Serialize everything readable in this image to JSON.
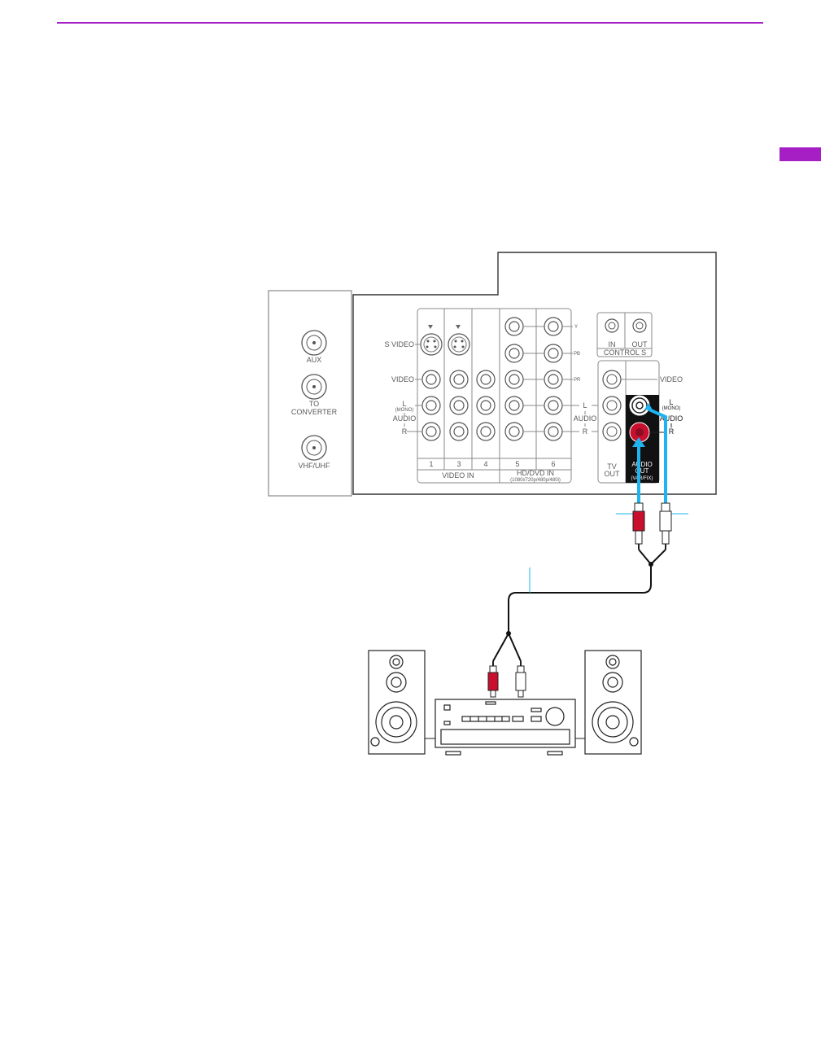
{
  "colors": {
    "accent": "#a51fc4",
    "cable_blue": "#1fb4ef",
    "plug_red": "#c8102e",
    "panel_line": "#8a8a8a"
  },
  "side_panel": {
    "aux": "AUX",
    "to_line1": "TO",
    "to_line2": "CONVERTER",
    "vhf_uhf": "VHF/UHF"
  },
  "main_panel": {
    "s_video": "S VIDEO",
    "video": "VIDEO",
    "audio_l": "L",
    "mono": "(MONO)",
    "audio": "AUDIO",
    "audio_r": "R",
    "inputs": [
      "1",
      "3",
      "4",
      "5",
      "6"
    ],
    "video_in": "VIDEO IN",
    "hd_dvd_in": "HD/DVD IN",
    "hd_formats": "(1080i/720p/480p/480i)",
    "y": "Y",
    "pb": "PB",
    "pr": "PR",
    "control_in": "IN",
    "control_out": "OUT",
    "control_s": "CONTROL S",
    "tv_out_line1": "TV",
    "tv_out_line2": "OUT",
    "audio_out_line1": "AUDIO",
    "audio_out_line2": "OUT",
    "audio_out_line3": "(VAR/FIX)",
    "right_video": "VIDEO",
    "right_l": "L",
    "right_mono": "(MONO)",
    "right_audio": "AUDIO",
    "right_r": "R"
  }
}
